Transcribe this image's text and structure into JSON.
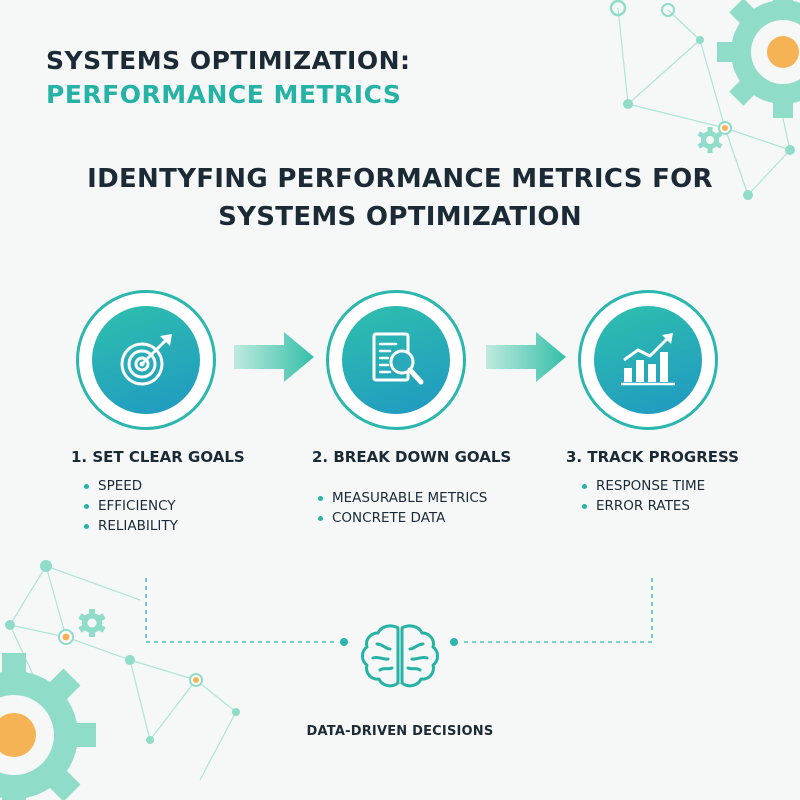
{
  "header": {
    "line1": "SYSTEMS OPTIMIZATION:",
    "line2": "PERFORMANCE METRICS"
  },
  "main_title": {
    "line1": "IDENTYFING PERFORMANCE METRICS FOR",
    "line2": "SYSTEMS OPTIMIZATION"
  },
  "steps": [
    {
      "label": "1. SET CLEAR GOALS",
      "icon": "target-icon",
      "bullets": [
        "SPEED",
        "EFFICIENCY",
        "RELIABILITY"
      ]
    },
    {
      "label": "2. BREAK DOWN GOALS",
      "icon": "document-magnifier-icon",
      "bullets": [
        "MEASURABLE METRICS",
        "CONCRETE DATA"
      ]
    },
    {
      "label": "3. TRACK PROGRESS",
      "icon": "bar-chart-growth-icon",
      "bullets": [
        "RESPONSE TIME",
        "ERROR RATES"
      ]
    }
  ],
  "footer": {
    "icon": "brain-icon",
    "label": "DATA-DRIVEN DECISIONS"
  },
  "colors": {
    "navy": "#1c2a36",
    "teal": "#26b3a6",
    "gradient_start": "#2fc0ad",
    "gradient_end": "#1f98c2",
    "accent_orange": "#f5b356",
    "mint": "#8fdcc8"
  }
}
